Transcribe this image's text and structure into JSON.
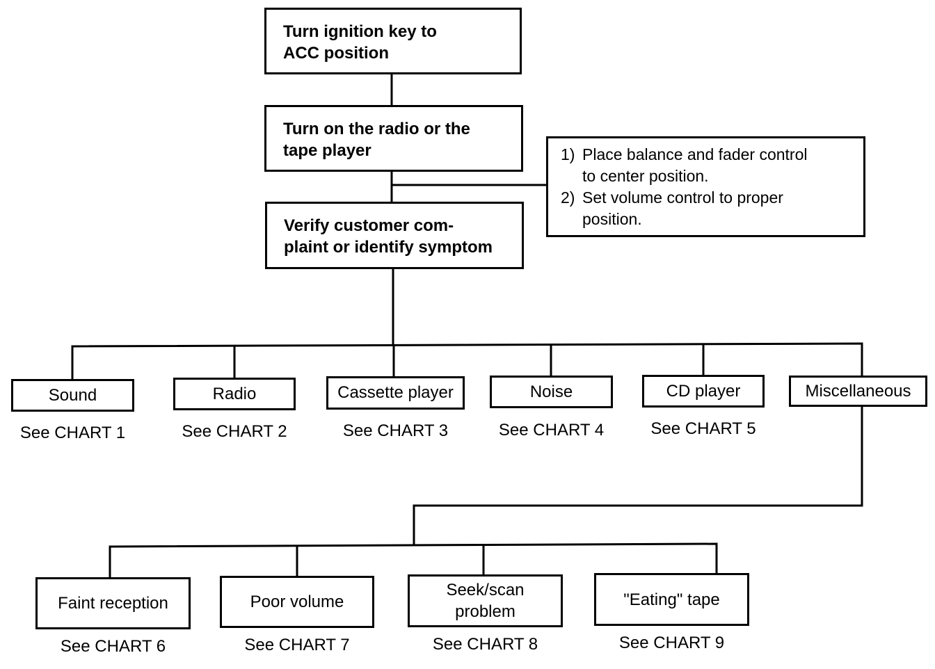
{
  "steps": {
    "step1": {
      "line1": "Turn ignition key to",
      "line2": "ACC position"
    },
    "step2": {
      "line1": "Turn on the radio or the",
      "line2": "tape player"
    },
    "step3": {
      "line1": "Verify customer com-",
      "line2": "plaint  or identify symptom"
    }
  },
  "note": {
    "item1": {
      "num": "1)",
      "line1": "Place balance and fader control",
      "line2": "to center position."
    },
    "item2": {
      "num": "2)",
      "line1": "Set volume control to proper",
      "line2": "position."
    }
  },
  "categories": [
    {
      "label": "Sound",
      "ref": "See CHART 1"
    },
    {
      "label": "Radio",
      "ref": "See CHART 2"
    },
    {
      "label": "Cassette player",
      "ref": "See CHART 3"
    },
    {
      "label": "Noise",
      "ref": "See CHART 4"
    },
    {
      "label": "CD player",
      "ref": "See CHART 5"
    },
    {
      "label": "Miscellaneous"
    }
  ],
  "misc_items": [
    {
      "line1": "Faint reception",
      "ref": "See CHART 6"
    },
    {
      "line1": "Poor volume",
      "ref": "See CHART 7"
    },
    {
      "line1": "Seek/scan",
      "line2": "problem",
      "ref": "See CHART 8"
    },
    {
      "line1": "\"Eating\" tape",
      "ref": "See CHART 9"
    }
  ]
}
